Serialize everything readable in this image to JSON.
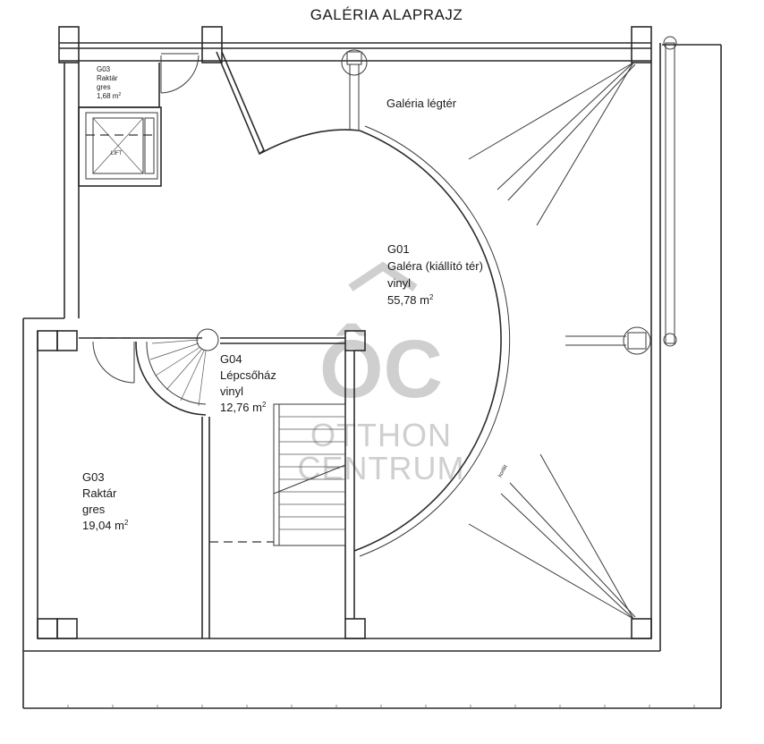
{
  "title": "GALÉRIA  ALAPRAJZ",
  "rooms": {
    "g01": {
      "code": "G01",
      "name": "Galéra (kiállító tér)",
      "floor": "vinyl",
      "area": "55,78 m",
      "unit_sup": "2"
    },
    "g03_large": {
      "code": "G03",
      "name": "Raktár",
      "floor": "gres",
      "area": "19,04 m",
      "unit_sup": "2"
    },
    "g03_small": {
      "code": "G03",
      "name": "Raktár",
      "floor": "gres",
      "area": "1,68 m",
      "unit_sup": "2"
    },
    "g04": {
      "code": "G04",
      "name": "Lépcsőház",
      "floor": "vinyl",
      "area": "12,76 m",
      "unit_sup": "2"
    }
  },
  "labels": {
    "void": "Galéria légtér",
    "lift": "LIFT",
    "railing": "korlát"
  },
  "watermark": {
    "logo": "ÔC",
    "line1": "OTTHON",
    "line2": "CENTRUM"
  }
}
